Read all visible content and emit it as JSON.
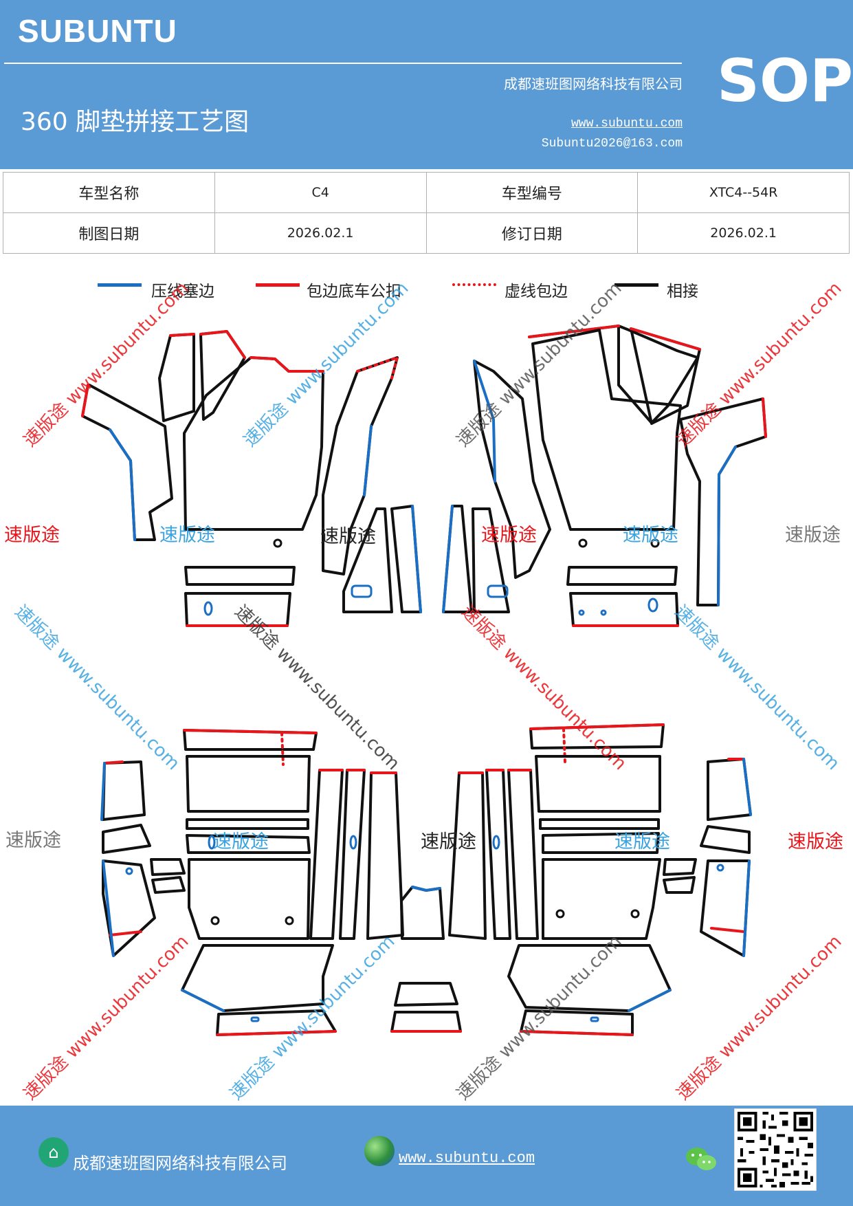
{
  "header": {
    "brand": "SUBUNTU",
    "title": "360 脚垫拼接工艺图",
    "company": "成都速班图网络科技有限公司",
    "website": "www.subuntu.com",
    "email": "Subuntu2026@163.com",
    "badge": "SOP"
  },
  "info": {
    "model_name_label": "车型名称",
    "model_name_value": "C4",
    "model_code_label": "车型编号",
    "model_code_value": "XTC4--54R",
    "draw_date_label": "制图日期",
    "draw_date_value": "2026.02.1",
    "revise_date_label": "修订日期",
    "revise_date_value": "2026.02.1"
  },
  "legend": [
    {
      "label": "压线塞边",
      "color": "#1a6fc4",
      "style": "solid"
    },
    {
      "label": "包边底车公扣",
      "color": "#e8161b",
      "style": "solid"
    },
    {
      "label": "虚线包边",
      "color": "#e8161b",
      "style": "dotted"
    },
    {
      "label": "相接",
      "color": "#111111",
      "style": "solid"
    }
  ],
  "watermarks": {
    "brand_cn": "速版途",
    "url": "www.subuntu.com",
    "brand_url": "速版途 www.subuntu.com"
  },
  "footer": {
    "company": "成都速班图网络科技有限公司",
    "website": "www.subuntu.com",
    "logo_icon": "home-icon",
    "web_icon": "globe-icon",
    "wechat_icon": "wechat-icon"
  },
  "colors": {
    "header_bg": "#5b9bd5",
    "blue": "#1a6fc4",
    "red": "#e8161b",
    "black": "#111111"
  }
}
